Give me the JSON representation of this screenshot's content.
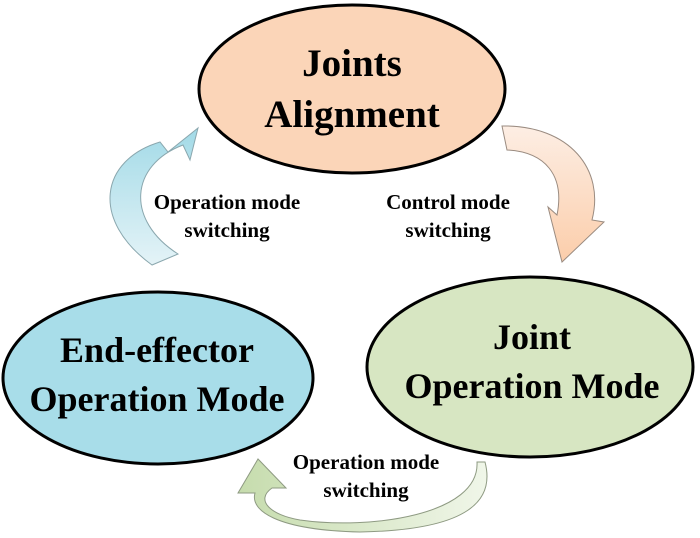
{
  "nodes": {
    "top": {
      "line1": "Joints",
      "line2": "Alignment",
      "fill": "#FBD5B8"
    },
    "left": {
      "line1": "End-effector",
      "line2": "Operation Mode",
      "fill": "#A8DDE9"
    },
    "right": {
      "line1": "Joint",
      "line2": "Operation Mode",
      "fill": "#D7E6C2"
    }
  },
  "edges": {
    "left_to_top": {
      "line1": "Operation mode",
      "line2": "switching",
      "color_dark": "#A4DCE8",
      "color_light": "#DDF0F5"
    },
    "top_to_right": {
      "line1": "Control mode",
      "line2": "switching",
      "color_dark": "#FBD0B0",
      "color_light": "#FDEDE2"
    },
    "right_to_left": {
      "line1": "Operation mode",
      "line2": "switching",
      "color_dark": "#C8DDB0",
      "color_light": "#EEF5E6"
    }
  }
}
